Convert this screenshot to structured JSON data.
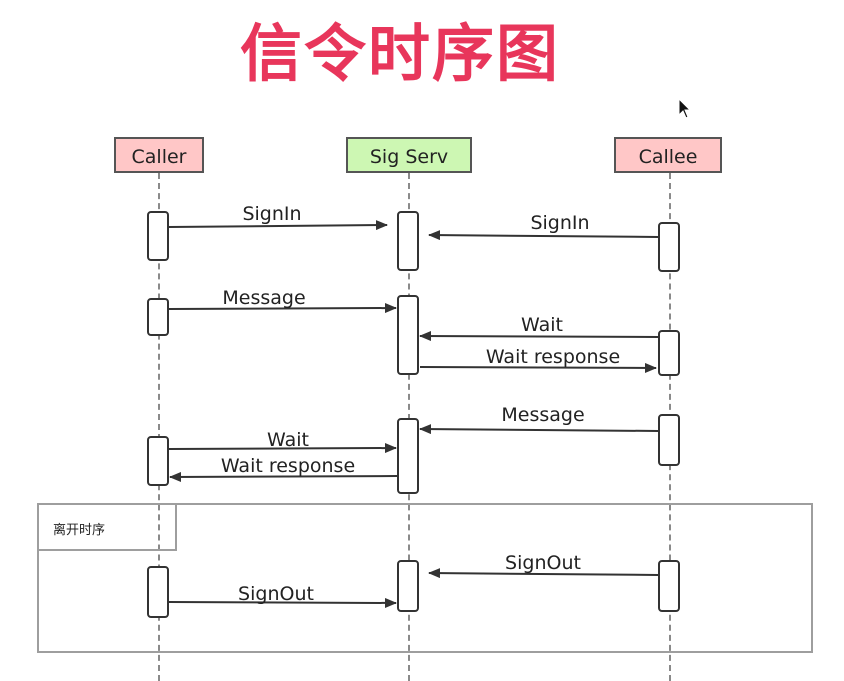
{
  "title": "信令时序图",
  "colors": {
    "title": "#e8365b",
    "client_box": "#ffc7c7",
    "server_box": "#cdf7b3",
    "line": "#333333",
    "fragment_border": "#9e9e9e"
  },
  "participants": {
    "caller": "Caller",
    "server": "Sig Serv",
    "callee": "Callee"
  },
  "fragment": {
    "label": "离开时序"
  },
  "messages": [
    {
      "from": "caller",
      "to": "server",
      "label": "SignIn"
    },
    {
      "from": "callee",
      "to": "server",
      "label": "SignIn"
    },
    {
      "from": "caller",
      "to": "server",
      "label": "Message"
    },
    {
      "from": "callee",
      "to": "server",
      "label": "Wait"
    },
    {
      "from": "server",
      "to": "callee",
      "label": "Wait response"
    },
    {
      "from": "callee",
      "to": "server",
      "label": "Message"
    },
    {
      "from": "caller",
      "to": "server",
      "label": "Wait"
    },
    {
      "from": "server",
      "to": "caller",
      "label": "Wait response"
    },
    {
      "from": "callee",
      "to": "server",
      "label": "SignOut"
    },
    {
      "from": "caller",
      "to": "server",
      "label": "SignOut"
    }
  ],
  "icons": {
    "cursor": "mouse-pointer-icon"
  }
}
